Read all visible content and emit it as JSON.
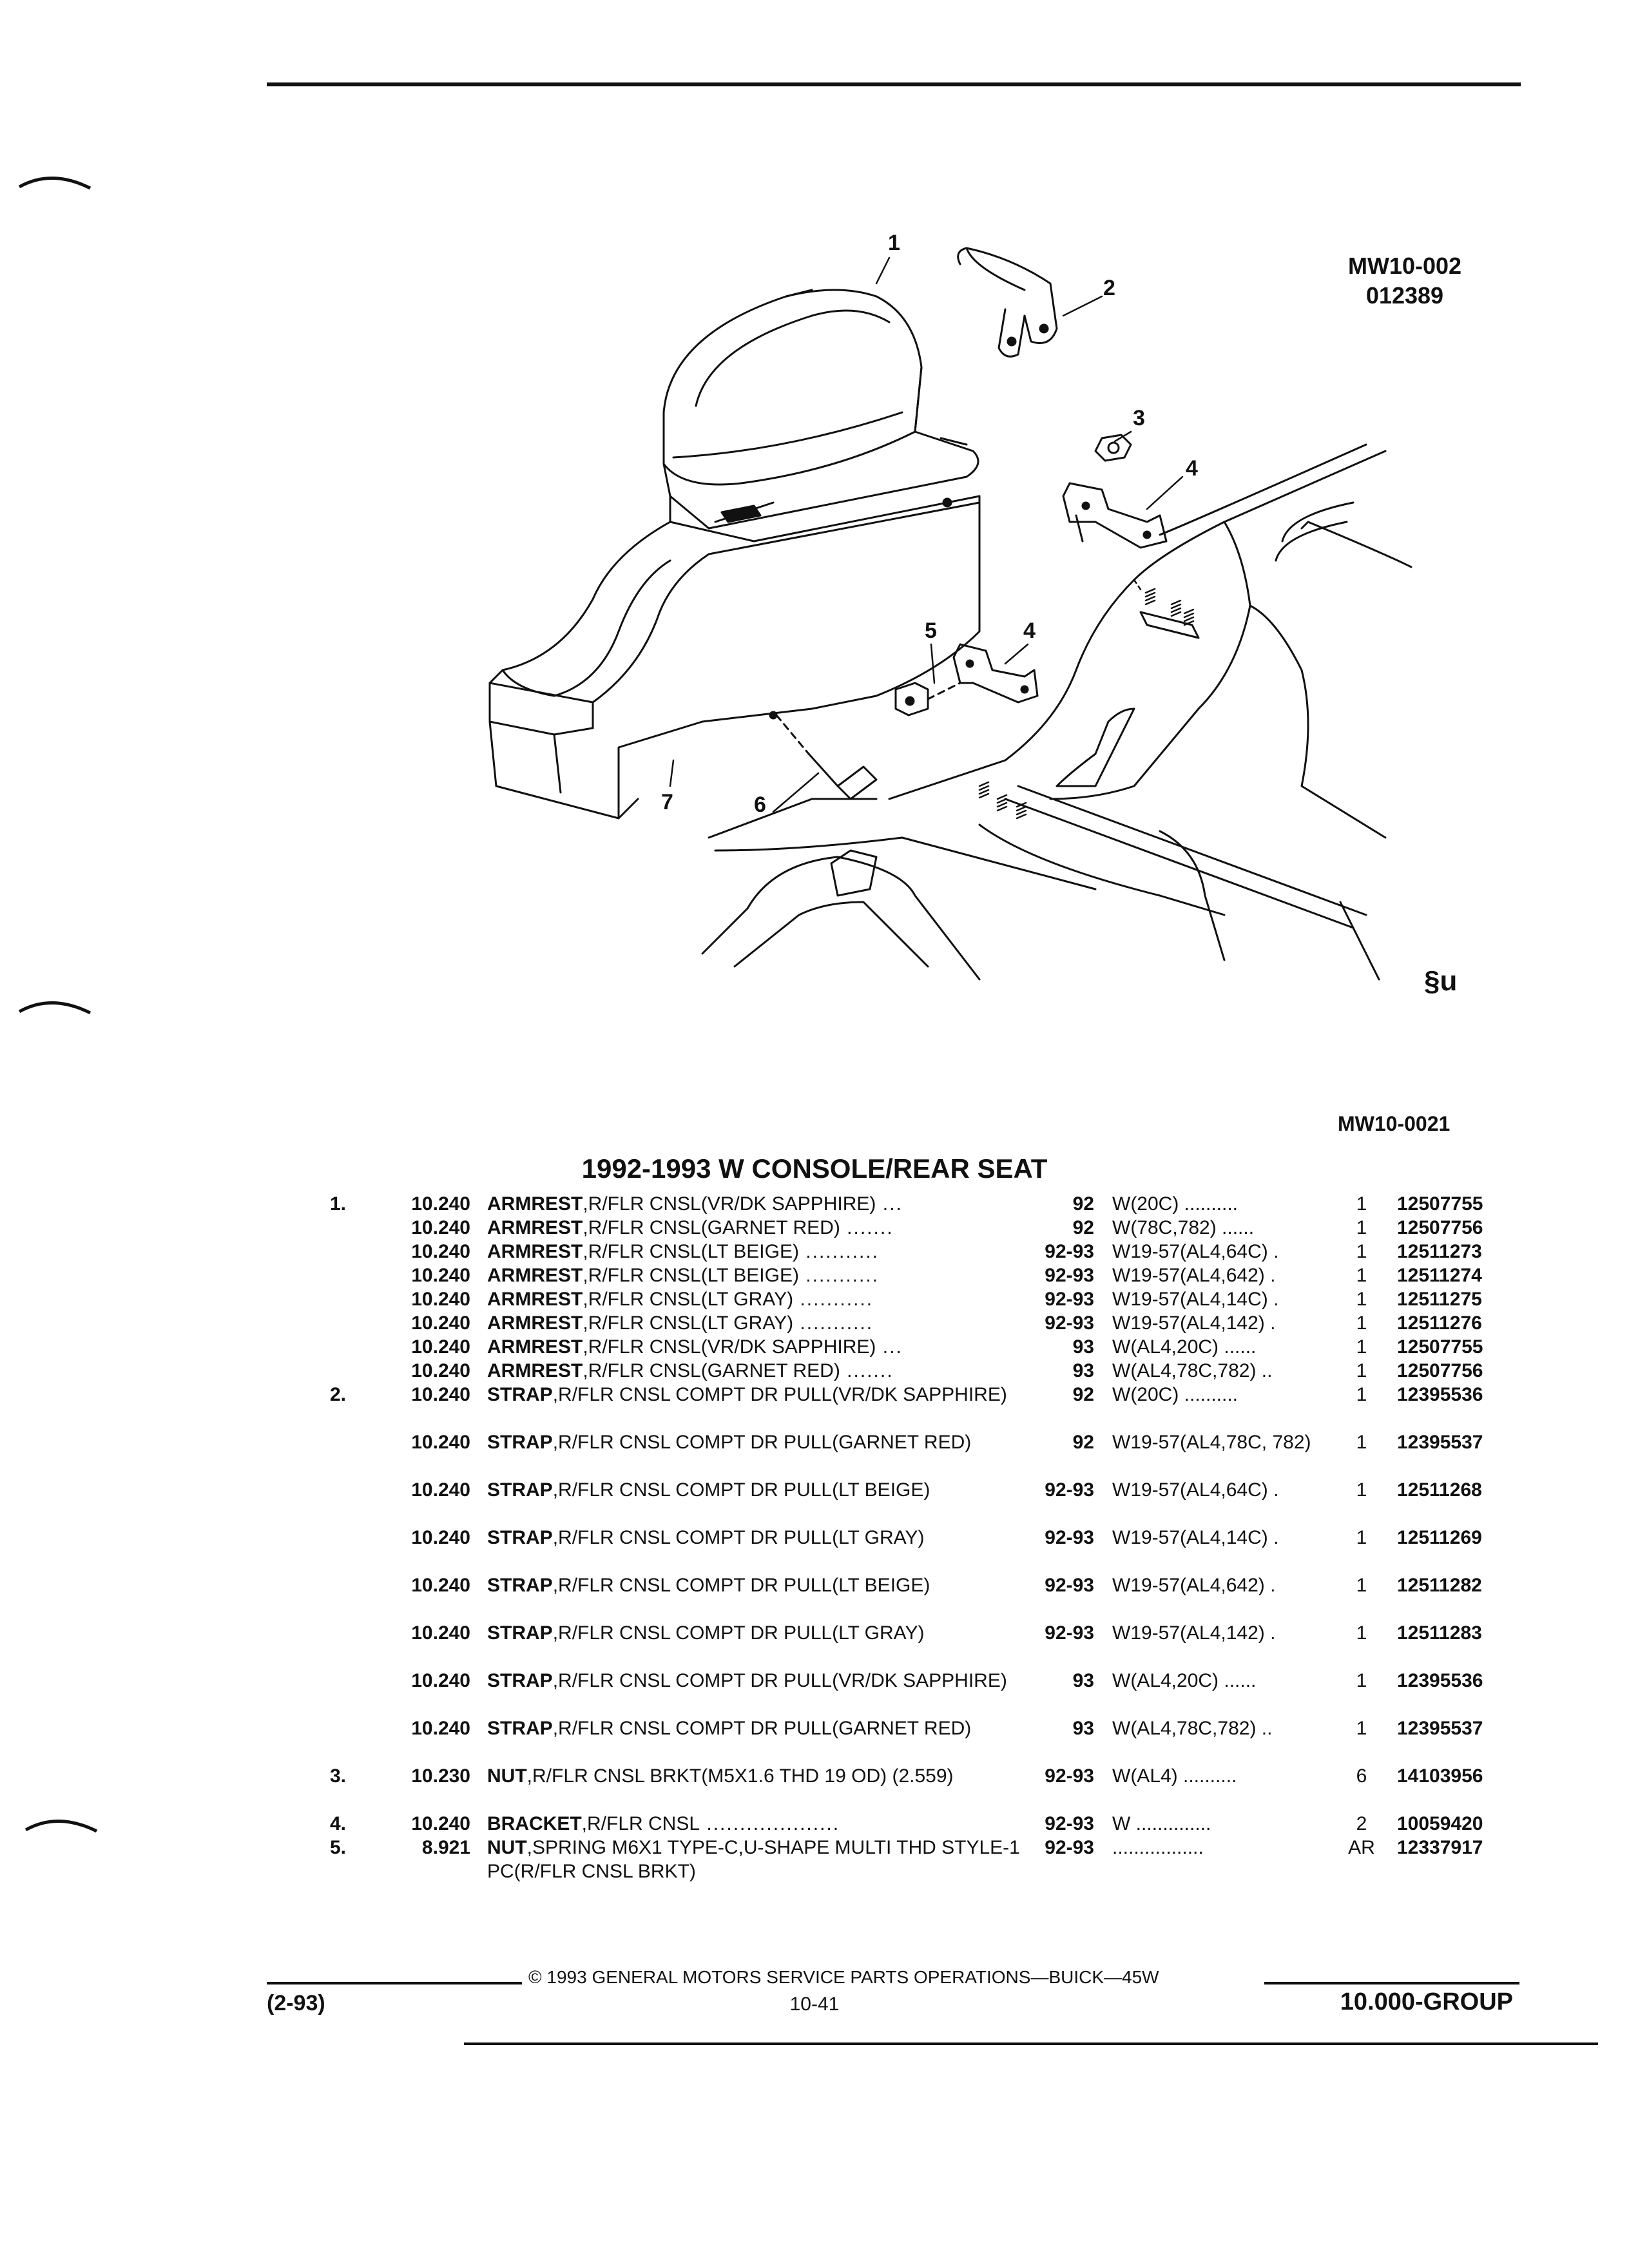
{
  "figure": {
    "code_line1": "MW10-002",
    "code_line2": "012389",
    "bottom_code": "MW10-0021",
    "callouts": [
      "1",
      "2",
      "3",
      "4",
      "5",
      "4",
      "6",
      "7"
    ],
    "logo_mark": "§u"
  },
  "title": "1992-1993 W CONSOLE/REAR SEAT",
  "parts": [
    {
      "num": "1.",
      "grp": "10.240",
      "name": "ARMREST",
      "desc": ",R/FLR CNSL(VR/DK SAPPHIRE)",
      "dots": " ...",
      "yr": "92",
      "app": "W(20C) ..........",
      "qty": "1",
      "pn": "12507755"
    },
    {
      "num": "",
      "grp": "10.240",
      "name": "ARMREST",
      "desc": ",R/FLR CNSL(GARNET RED)",
      "dots": " .......",
      "yr": "92",
      "app": "W(78C,782) ......",
      "qty": "1",
      "pn": "12507756"
    },
    {
      "num": "",
      "grp": "10.240",
      "name": "ARMREST",
      "desc": ",R/FLR CNSL(LT BEIGE)",
      "dots": " ...........",
      "yr": "92-93",
      "app": "W19-57(AL4,64C) .",
      "qty": "1",
      "pn": "12511273"
    },
    {
      "num": "",
      "grp": "10.240",
      "name": "ARMREST",
      "desc": ",R/FLR CNSL(LT BEIGE)",
      "dots": " ...........",
      "yr": "92-93",
      "app": "W19-57(AL4,642) .",
      "qty": "1",
      "pn": "12511274"
    },
    {
      "num": "",
      "grp": "10.240",
      "name": "ARMREST",
      "desc": ",R/FLR CNSL(LT GRAY)",
      "dots": " ...........",
      "yr": "92-93",
      "app": "W19-57(AL4,14C) .",
      "qty": "1",
      "pn": "12511275"
    },
    {
      "num": "",
      "grp": "10.240",
      "name": "ARMREST",
      "desc": ",R/FLR CNSL(LT GRAY)",
      "dots": " ...........",
      "yr": "92-93",
      "app": "W19-57(AL4,142) .",
      "qty": "1",
      "pn": "12511276"
    },
    {
      "num": "",
      "grp": "10.240",
      "name": "ARMREST",
      "desc": ",R/FLR CNSL(VR/DK SAPPHIRE)",
      "dots": " ...",
      "yr": "93",
      "app": "W(AL4,20C) ......",
      "qty": "1",
      "pn": "12507755"
    },
    {
      "num": "",
      "grp": "10.240",
      "name": "ARMREST",
      "desc": ",R/FLR CNSL(GARNET RED)",
      "dots": " .......",
      "yr": "93",
      "app": "W(AL4,78C,782) ..",
      "qty": "1",
      "pn": "12507756"
    },
    {
      "num": "2.",
      "grp": "10.240",
      "name": "STRAP",
      "desc": ",R/FLR CNSL COMPT DR PULL(VR/DK SAPPHIRE)",
      "dots": "",
      "yr": "92",
      "app": "W(20C) ..........",
      "qty": "1",
      "pn": "12395536"
    },
    {
      "num": "",
      "grp": "10.240",
      "name": "STRAP",
      "desc": ",R/FLR CNSL COMPT DR PULL(GARNET RED)",
      "dots": "",
      "yr": "92",
      "app": "W19-57(AL4,78C, 782)",
      "qty": "1",
      "pn": "12395537"
    },
    {
      "num": "",
      "grp": "10.240",
      "name": "STRAP",
      "desc": ",R/FLR CNSL COMPT DR PULL(LT BEIGE)",
      "dots": "",
      "yr": "92-93",
      "app": "W19-57(AL4,64C) .",
      "qty": "1",
      "pn": "12511268"
    },
    {
      "num": "",
      "grp": "10.240",
      "name": "STRAP",
      "desc": ",R/FLR CNSL COMPT DR PULL(LT GRAY)",
      "dots": "",
      "yr": "92-93",
      "app": "W19-57(AL4,14C) .",
      "qty": "1",
      "pn": "12511269"
    },
    {
      "num": "",
      "grp": "10.240",
      "name": "STRAP",
      "desc": ",R/FLR CNSL COMPT DR PULL(LT BEIGE)",
      "dots": "",
      "yr": "92-93",
      "app": "W19-57(AL4,642) .",
      "qty": "1",
      "pn": "12511282"
    },
    {
      "num": "",
      "grp": "10.240",
      "name": "STRAP",
      "desc": ",R/FLR CNSL COMPT DR PULL(LT GRAY)",
      "dots": "",
      "yr": "92-93",
      "app": "W19-57(AL4,142) .",
      "qty": "1",
      "pn": "12511283"
    },
    {
      "num": "",
      "grp": "10.240",
      "name": "STRAP",
      "desc": ",R/FLR CNSL COMPT DR PULL(VR/DK SAPPHIRE)",
      "dots": "",
      "yr": "93",
      "app": "W(AL4,20C) ......",
      "qty": "1",
      "pn": "12395536"
    },
    {
      "num": "",
      "grp": "10.240",
      "name": "STRAP",
      "desc": ",R/FLR CNSL COMPT DR PULL(GARNET RED)",
      "dots": "",
      "yr": "93",
      "app": "W(AL4,78C,782) ..",
      "qty": "1",
      "pn": "12395537"
    },
    {
      "num": "3.",
      "grp": "10.230",
      "name": "NUT",
      "desc": ",R/FLR CNSL BRKT(M5X1.6 THD 19 OD) (2.559)",
      "dots": "",
      "yr": "92-93",
      "app": "W(AL4) ..........",
      "qty": "6",
      "pn": "14103956"
    },
    {
      "num": "4.",
      "grp": "10.240",
      "name": "BRACKET",
      "desc": ",R/FLR CNSL",
      "dots": " ....................",
      "yr": "92-93",
      "app": "W ..............",
      "qty": "2",
      "pn": "10059420"
    },
    {
      "num": "5.",
      "grp": "8.921",
      "name": "NUT",
      "desc": ",SPRING M6X1 TYPE-C,U-SHAPE MULTI THD STYLE-1 PC(R/FLR CNSL BRKT)",
      "dots": "",
      "yr": "92-93",
      "app": ".................",
      "qty": "AR",
      "pn": "12337917"
    }
  ],
  "footer": {
    "copyright": "©  1993  GENERAL MOTORS SERVICE PARTS OPERATIONS—BUICK—45W",
    "date_code": "(2-93)",
    "page": "10-41",
    "group": "10.000-GROUP"
  }
}
